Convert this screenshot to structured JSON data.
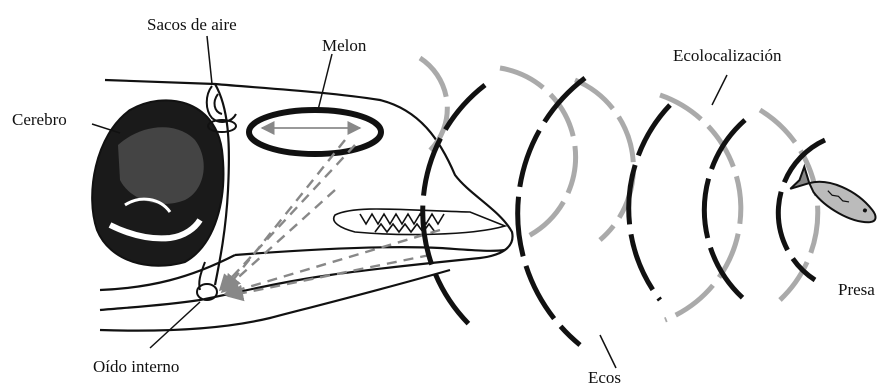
{
  "labels": {
    "sacos": "Sacos de aire",
    "melon": "Melon",
    "cerebro": "Cerebro",
    "ecolocalizacion": "Ecolocalización",
    "oido": "Oído interno",
    "ecos": "Ecos",
    "presa": "Presa"
  },
  "icons": {
    "fish": "fish-icon"
  }
}
